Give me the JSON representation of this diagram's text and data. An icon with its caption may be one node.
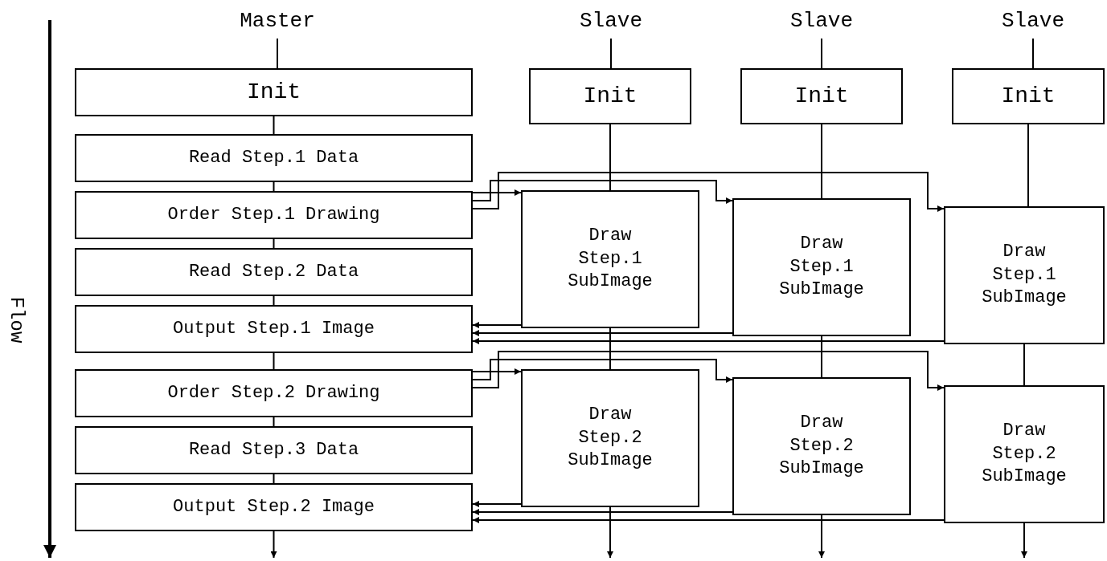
{
  "diagram": {
    "nodes": [
      {
        "text": [
          "Master"
        ]
      },
      {
        "text": [
          "Slave"
        ]
      },
      {
        "text": [
          "Slave"
        ]
      },
      {
        "text": [
          "Slave"
        ]
      },
      {
        "text": [
          "Init"
        ]
      },
      {
        "text": [
          "Init"
        ]
      },
      {
        "text": [
          "Init"
        ]
      },
      {
        "text": [
          "Init"
        ]
      },
      {
        "text": [
          "Read Step.1 Data"
        ]
      },
      {
        "text": [
          "Order Step.1 Drawing"
        ]
      },
      {
        "text": [
          "Draw Step.1 SubImage"
        ]
      },
      {
        "text": [
          "Draw Step.1 SubImage"
        ]
      },
      {
        "text": [
          "Draw Step.1 SubImage"
        ]
      },
      {
        "text": [
          "Read Step.2 Data"
        ]
      },
      {
        "text": [
          "Output Step.1 Image"
        ]
      },
      {
        "text": [
          "Order Step.2 Drawing"
        ]
      },
      {
        "text": [
          "Draw Step.2 SubImage"
        ]
      },
      {
        "text": [
          "Draw Step.2 SubImage"
        ]
      },
      {
        "text": [
          "Draw Step.2 SubImage"
        ]
      },
      {
        "text": [
          "Read Step.3 Data"
        ]
      },
      {
        "text": [
          "Output Step.2 Image"
        ]
      }
    ],
    "edges": [
      {
        "from": 0,
        "to": 4,
        "arrow": "none"
      },
      {
        "from": 4,
        "to": 8,
        "arrow": "none"
      },
      {
        "from": 8,
        "to": 9,
        "arrow": "none"
      },
      {
        "from": 9,
        "to": 13,
        "arrow": "none"
      },
      {
        "from": 13,
        "to": 14,
        "arrow": "none"
      },
      {
        "from": 14,
        "to": 15,
        "arrow": "none"
      },
      {
        "from": 15,
        "to": 19,
        "arrow": "none"
      },
      {
        "from": 19,
        "to": 20,
        "arrow": "none"
      },
      {
        "from": 20,
        "to": null,
        "arrow": "to"
      },
      {
        "from": 1,
        "to": 5,
        "arrow": "none"
      },
      {
        "from": 5,
        "to": 10,
        "arrow": "none"
      },
      {
        "from": 10,
        "to": 16,
        "arrow": "none"
      },
      {
        "from": 16,
        "to": null,
        "arrow": "to"
      },
      {
        "from": 2,
        "to": 6,
        "arrow": "none"
      },
      {
        "from": 6,
        "to": 11,
        "arrow": "none"
      },
      {
        "from": 11,
        "to": 17,
        "arrow": "none"
      },
      {
        "from": 17,
        "to": null,
        "arrow": "to"
      },
      {
        "from": 3,
        "to": 7,
        "arrow": "none"
      },
      {
        "from": 7,
        "to": 12,
        "arrow": "none"
      },
      {
        "from": 12,
        "to": 18,
        "arrow": "none"
      },
      {
        "from": 18,
        "to": null,
        "arrow": "to"
      },
      {
        "from": 9,
        "to": 10,
        "arrow": "to"
      },
      {
        "from": 9,
        "to": 11,
        "arrow": "to"
      },
      {
        "from": 9,
        "to": 12,
        "arrow": "to"
      },
      {
        "from": 10,
        "to": 14,
        "arrow": "to"
      },
      {
        "from": 11,
        "to": 14,
        "arrow": "to"
      },
      {
        "from": 12,
        "to": 14,
        "arrow": "to"
      },
      {
        "from": 15,
        "to": 16,
        "arrow": "to"
      },
      {
        "from": 15,
        "to": 17,
        "arrow": "to"
      },
      {
        "from": 15,
        "to": 18,
        "arrow": "to"
      },
      {
        "from": 16,
        "to": 20,
        "arrow": "to"
      },
      {
        "from": 17,
        "to": 20,
        "arrow": "to"
      },
      {
        "from": 18,
        "to": 20,
        "arrow": "to"
      }
    ],
    "labels": [
      "Flow"
    ]
  }
}
